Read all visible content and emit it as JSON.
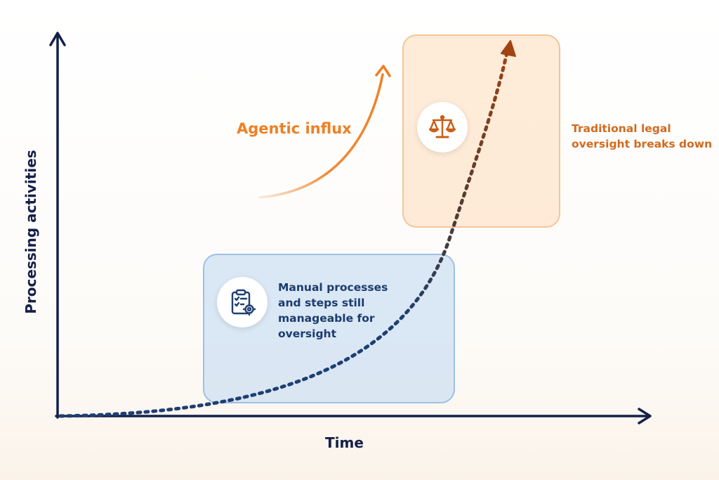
{
  "axes": {
    "x_label": "Time",
    "y_label": "Processing activities"
  },
  "annotations": {
    "influx_label": "Agentic influx",
    "manual": {
      "lines": [
        "Manual processes",
        "and steps still",
        "manageable for",
        "oversight"
      ],
      "icon": "clipboard-gear-icon"
    },
    "legal": {
      "lines": [
        "Traditional legal",
        "oversight breaks down"
      ],
      "icon": "scales-icon"
    }
  },
  "colors": {
    "axis": "#14204a",
    "curve_start": "#1d3f73",
    "curve_end": "#a24412",
    "influx": "#f07f22",
    "manual_box": "#c8dcf1",
    "legal_box": "#fde2c8",
    "manual_text": "#1b3c6e",
    "legal_text": "#d26a1f"
  }
}
